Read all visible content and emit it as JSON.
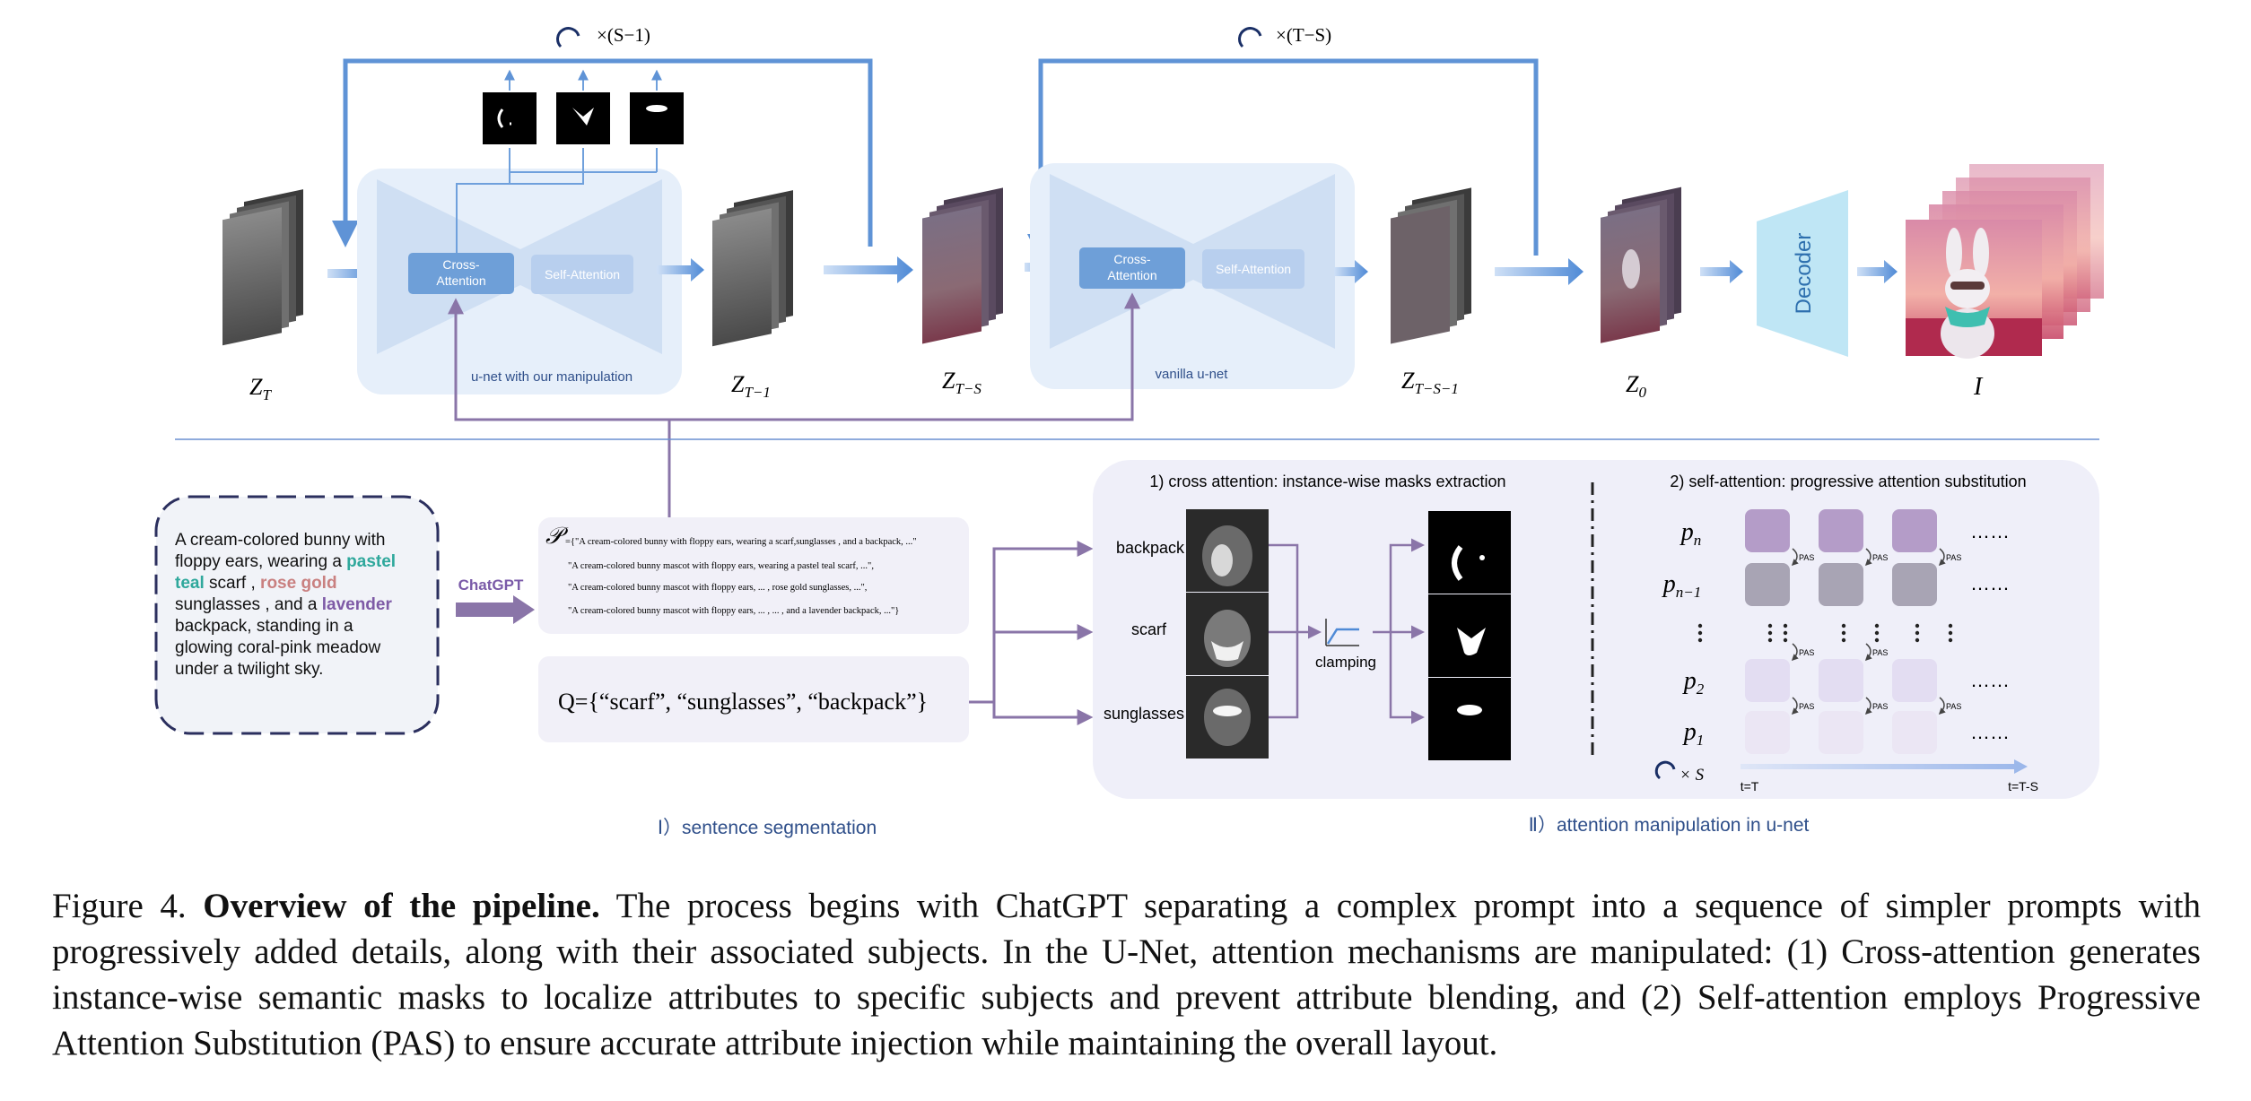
{
  "top": {
    "loop1_label": "×(S−1)",
    "loop2_label": "×(T−S)",
    "unet1": {
      "cross": [
        "Cross-",
        "Attention"
      ],
      "self": "Self-Attention",
      "label": "u-net with our manipulation"
    },
    "unet2": {
      "cross": [
        "Cross-",
        "Attention"
      ],
      "self": "Self-Attention",
      "label": "vanilla u-net"
    },
    "decoder": "Decoder",
    "latents": {
      "zt": "Z",
      "zt_sub": "T",
      "zt1": "Z",
      "zt1_sub": "T−1",
      "zts": "Z",
      "zts_sub": "T−S",
      "zts1": "Z",
      "zts1_sub": "T−S−1",
      "z0": "Z",
      "z0_sub": "0",
      "out": "I"
    }
  },
  "segmentation": {
    "prompt_lines": [
      [
        {
          "t": "A cream-colored bunny with"
        }
      ],
      [
        {
          "t": "floppy ears, wearing a "
        },
        {
          "t": "pastel",
          "c": "teal"
        }
      ],
      [
        {
          "t": "teal",
          "c": "teal"
        },
        {
          "t": " scarf , "
        },
        {
          "t": "rose gold",
          "c": "rose"
        }
      ],
      [
        {
          "t": "sunglasses , and a "
        },
        {
          "t": "lavender",
          "c": "lav"
        }
      ],
      [
        {
          "t": "backpack, standing in a"
        }
      ],
      [
        {
          "t": "glowing coral-pink meadow"
        }
      ],
      [
        {
          "t": "under a twilight sky."
        }
      ]
    ],
    "chatgpt": "ChatGPT",
    "p_symbol": "𝒫",
    "p_lines": [
      "={\"A cream-colored bunny with floppy ears, wearing a scarf,sunglasses , and a backpack, ...\"",
      "\"A cream-colored bunny mascot with floppy ears, wearing a pastel teal scarf, ...\",",
      "\"A cream-colored bunny mascot with floppy ears, ... , rose gold sunglasses, ...\",",
      "\"A cream-colored bunny mascot with floppy ears, ... , ... , and a lavender backpack, ...\"}"
    ],
    "q_set": "Q={“scarf”, “sunglasses”, “backpack”}",
    "section_label": "Ⅰ）sentence segmentation"
  },
  "attention": {
    "cross_title": "1) cross attention: instance-wise masks extraction",
    "self_title": "2) self-attention: progressive attention substitution",
    "subjects": [
      "backpack",
      "scarf",
      "sunglasses"
    ],
    "clamping": "clamping",
    "p_rows": [
      {
        "label": "p",
        "sub": "n"
      },
      {
        "label": "p",
        "sub": "n−1"
      },
      {
        "label": "p",
        "sub": "2"
      },
      {
        "label": "p",
        "sub": "1"
      }
    ],
    "ellipsis": "……",
    "pas": "PAS",
    "loop_label": "× S",
    "t_start": "t=T",
    "t_end": "t=T-S",
    "section_label": "Ⅱ）attention manipulation in u-net"
  },
  "caption": {
    "prefix": "Figure 4. ",
    "bold": "Overview of the pipeline.",
    "text": " The process begins with ChatGPT separating a complex prompt into a sequence of simpler prompts with progressively added details, along with their associated subjects. In the U-Net, attention mechanisms are manipulated: (1) Cross-attention generates instance-wise semantic masks to localize attributes to specific subjects and prevent attribute blending, and (2) Self-attention employs Progressive Attention Substitution (PAS) to ensure accurate attribute injection while maintaining the overall layout."
  },
  "colors": {
    "arrow_blue": "#6fa0dc",
    "unet_bg": "#e6effa",
    "cross_box": "#6e9fd8",
    "self_box": "#b8cfee",
    "purple_line": "#8a75a8",
    "decoder": "#bfe6f5",
    "teal": "#2fa89c",
    "rose": "#c98080",
    "lav": "#7e5aa6"
  }
}
